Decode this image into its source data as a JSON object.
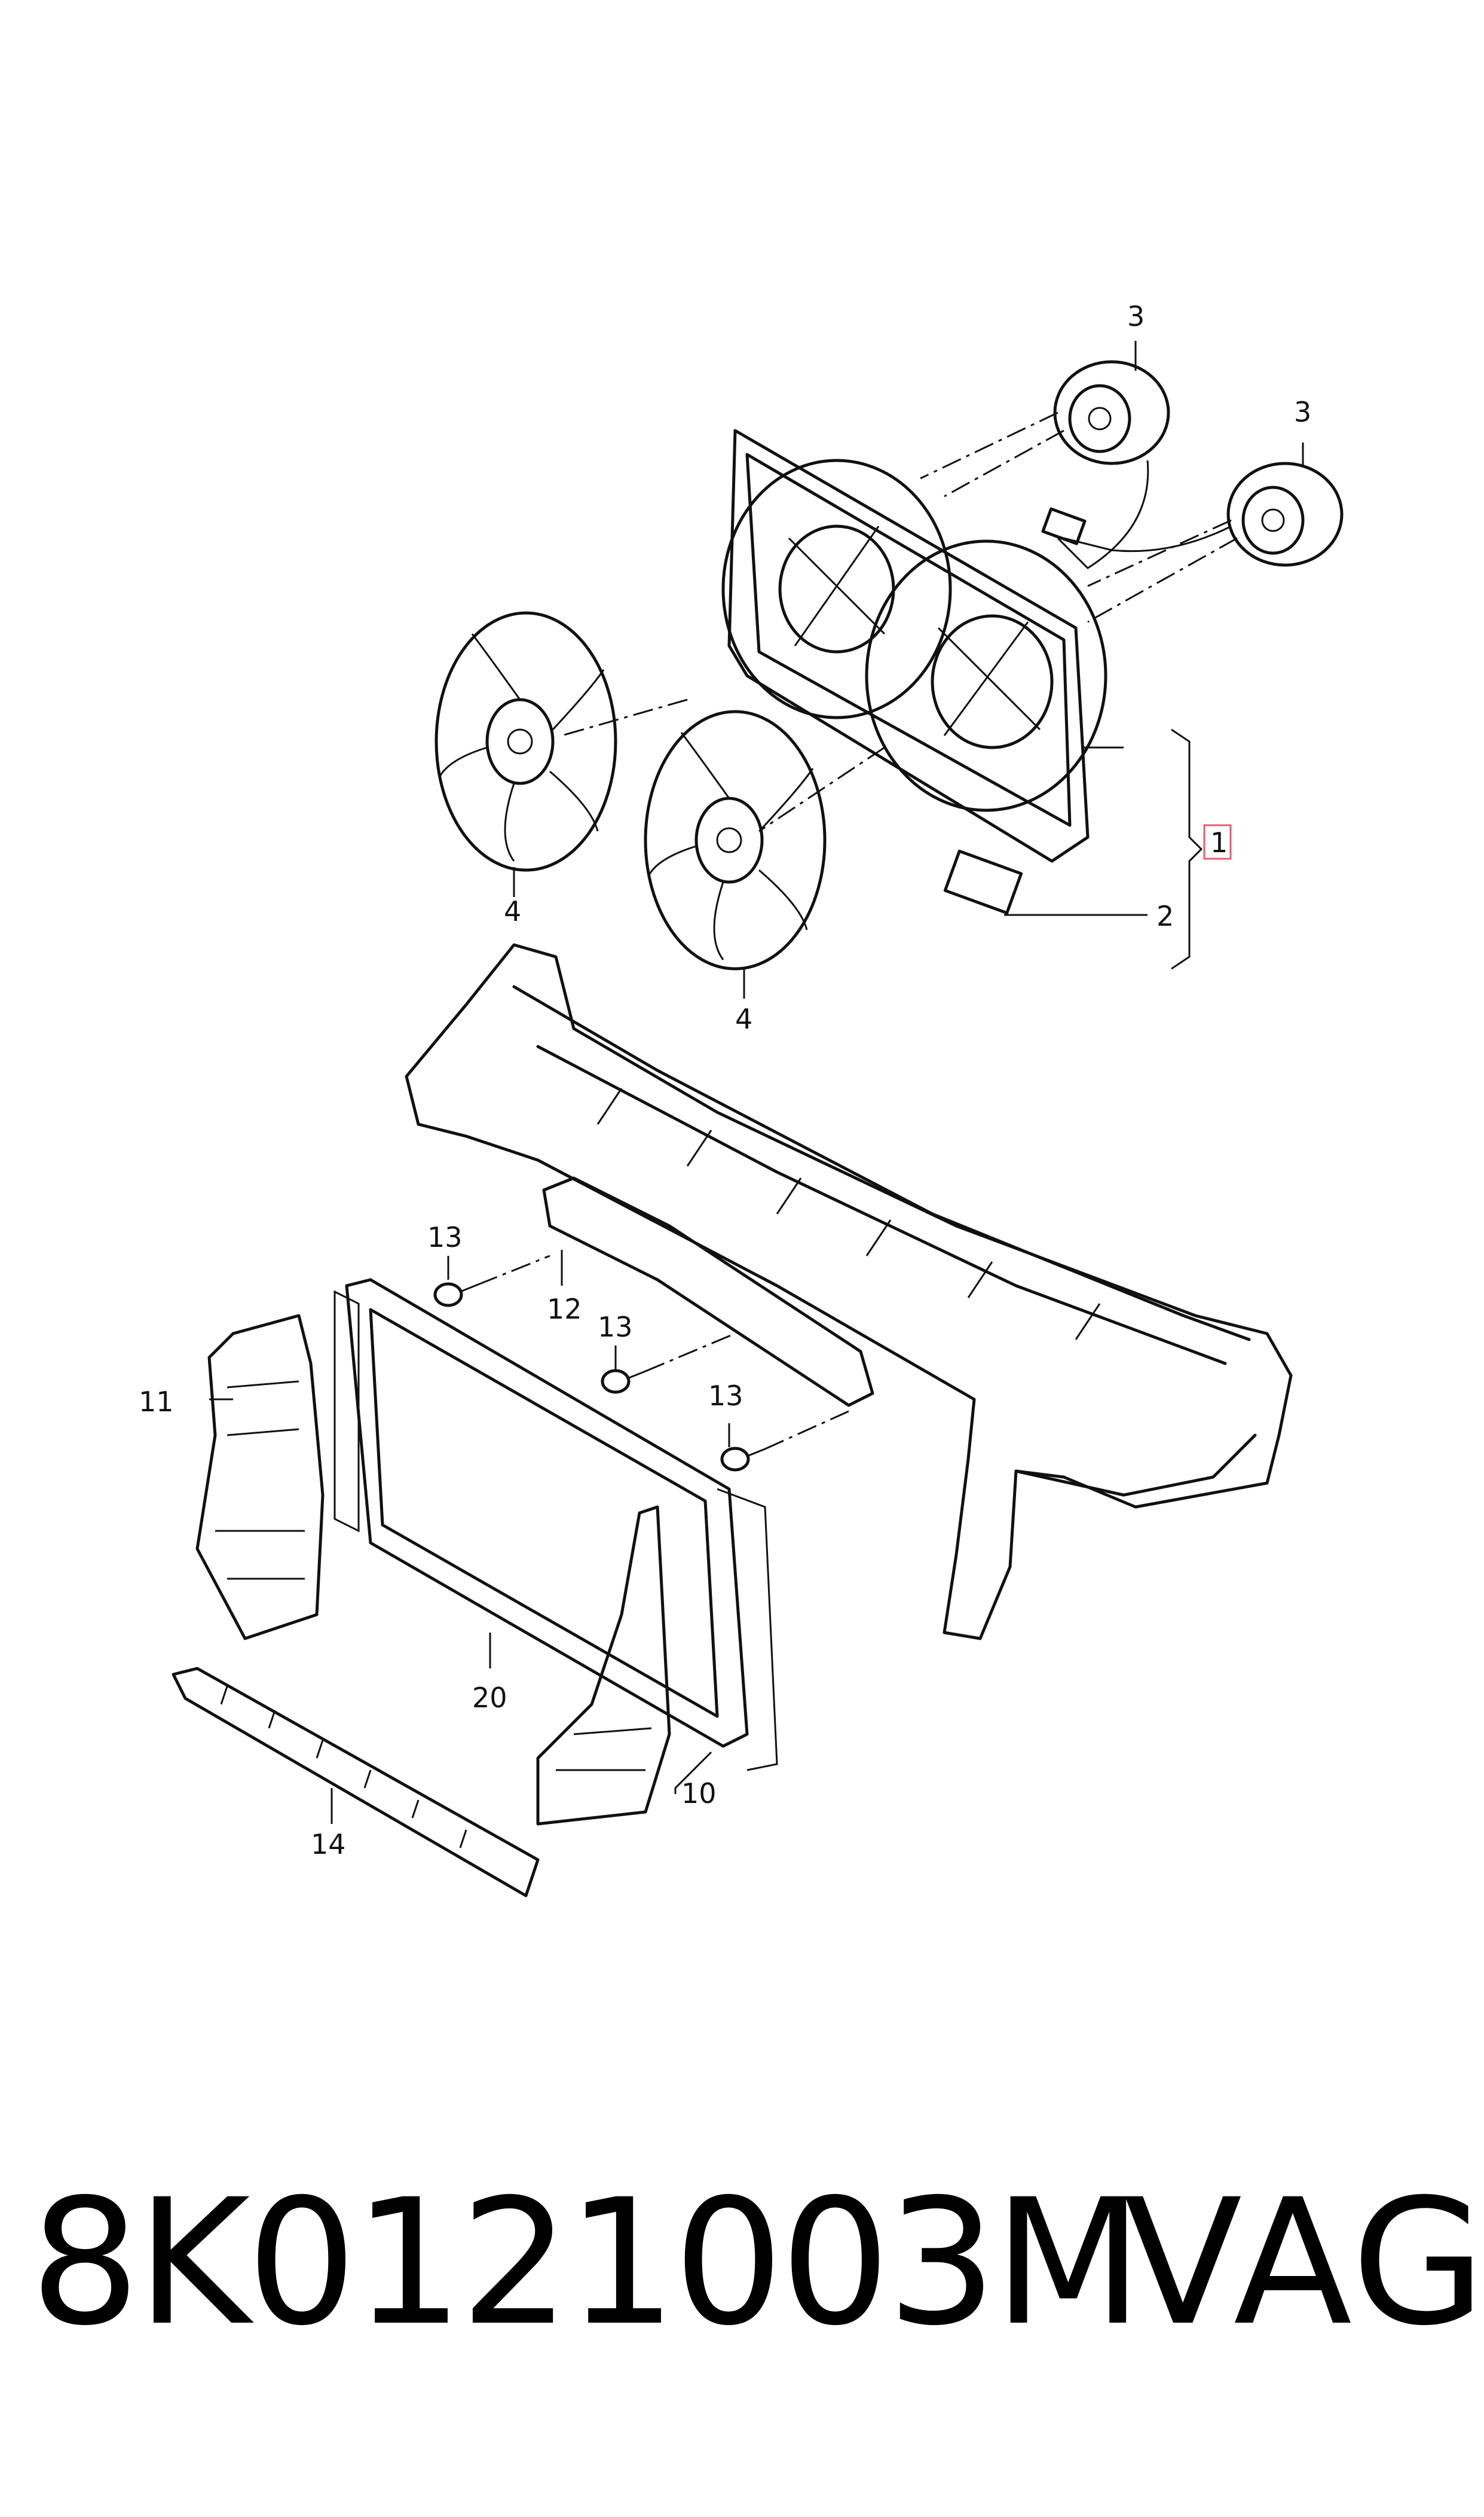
{
  "diagram": {
    "callouts": {
      "c1": "1",
      "c2": "2",
      "c3a": "3",
      "c3b": "3",
      "c4a": "4",
      "c4b": "4",
      "c10": "10",
      "c11": "11",
      "c12": "12",
      "c13a": "13",
      "c13b": "13",
      "c13c": "13",
      "c14": "14",
      "c20": "20"
    },
    "highlight_color": "#e06070"
  },
  "caption": {
    "part_number": "8K0121003M",
    "brand": "VAG"
  }
}
